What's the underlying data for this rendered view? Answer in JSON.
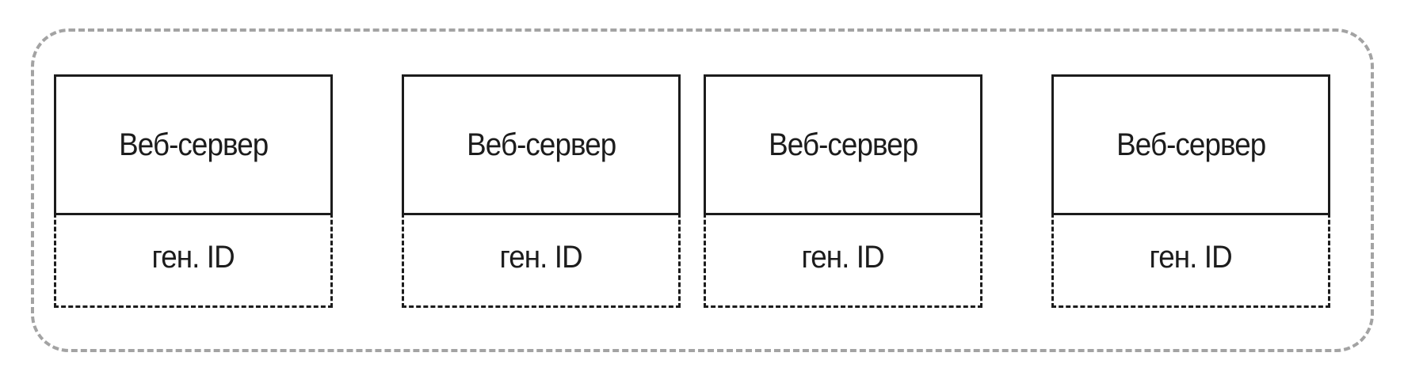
{
  "diagram": {
    "nodes": [
      {
        "title": "Веб-сервер",
        "subtitle": "ген. ID"
      },
      {
        "title": "Веб-сервер",
        "subtitle": "ген. ID"
      },
      {
        "title": "Веб-сервер",
        "subtitle": "ген. ID"
      },
      {
        "title": "Веб-сервер",
        "subtitle": "ген. ID"
      }
    ]
  }
}
